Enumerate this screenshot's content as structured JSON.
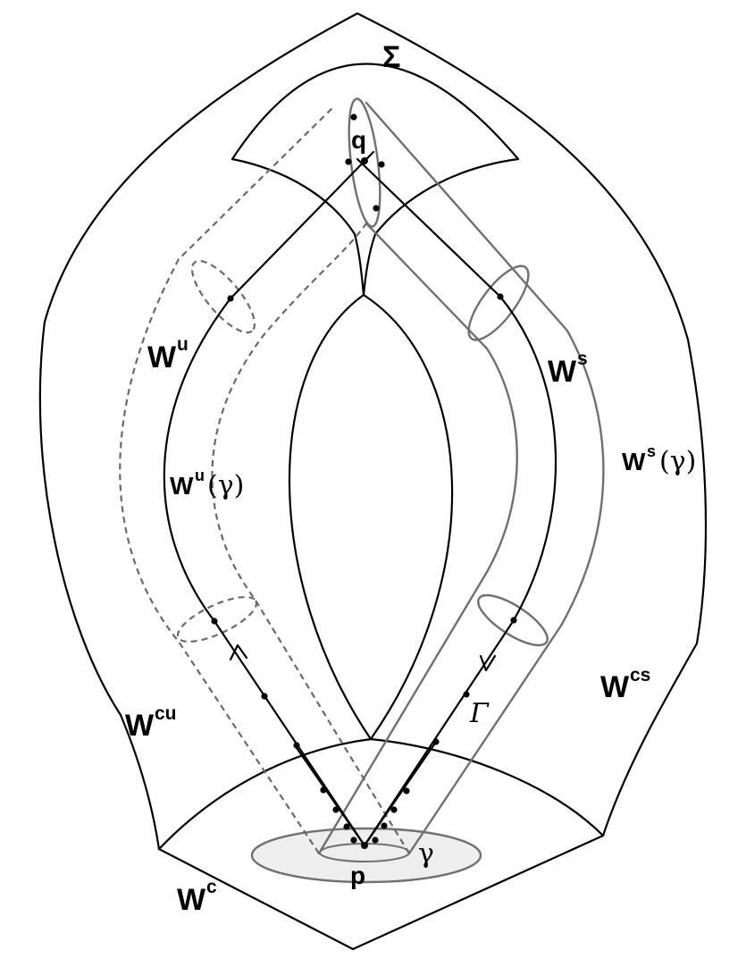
{
  "labels": {
    "sigma": "Σ",
    "q": "q",
    "p": "p",
    "wu_base": "W",
    "wu_sup": "u",
    "ws_base": "W",
    "ws_sup": "s",
    "wu_gamma_base": "W",
    "wu_gamma_sup": "u",
    "wu_gamma_arg": "(γ)",
    "ws_gamma_base": "W",
    "ws_gamma_sup": "s",
    "ws_gamma_arg": "(γ)",
    "wcu_base": "W",
    "wcu_sup": "cu",
    "wcs_base": "W",
    "wcs_sup": "cs",
    "wc_base": "W",
    "wc_sup": "c",
    "gamma": "γ",
    "big_gamma": "Γ"
  },
  "colors": {
    "curve_black": "#000000",
    "tube_gray": "#707070",
    "dashed_gray": "#6a6a6a",
    "disc_fill": "#eeeeee"
  }
}
